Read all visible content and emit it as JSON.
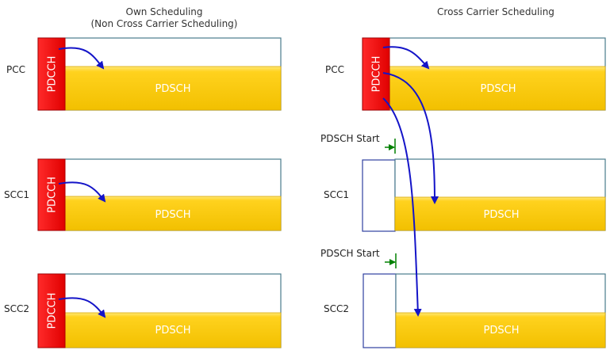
{
  "own_scheduling": {
    "title_line1": "Own Scheduling",
    "title_line2": "(Non Cross Carrier Scheduling)"
  },
  "cross_scheduling": {
    "title": "Cross Carrier Scheduling"
  },
  "carriers": {
    "pcc": "PCC",
    "scc1": "SCC1",
    "scc2": "SCC2"
  },
  "channels": {
    "pdcch": "PDCCH",
    "pdsch": "PDSCH"
  },
  "annotations": {
    "pdsch_start": "PDSCH Start"
  },
  "colors": {
    "pdcch_fill": "#f01010",
    "pdcch_stroke": "#c00000",
    "pdsch_fill": "#f5c400",
    "pdsch_top": "#ffe060",
    "frame_stroke": "#4a7b8c",
    "arrow": "#1414c8",
    "marker": "#008000"
  }
}
